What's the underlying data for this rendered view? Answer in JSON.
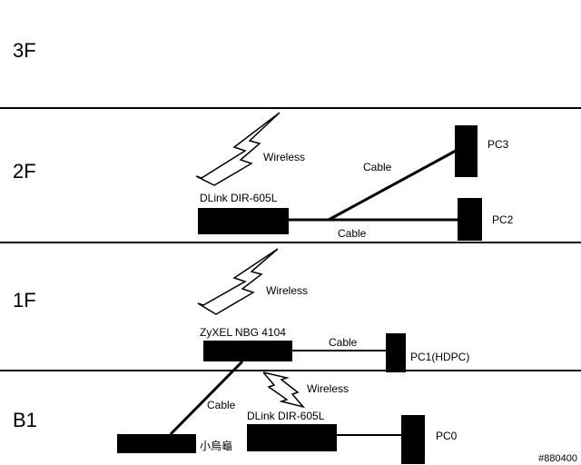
{
  "floors": {
    "f3": "3F",
    "f2": "2F",
    "f1": "1F",
    "b1": "B1"
  },
  "devices": {
    "router_2f": "DLink DIR-605L",
    "pc3": "PC3",
    "pc2": "PC2",
    "router_1f": "ZyXEL NBG 4104",
    "pc1": "PC1(HDPC)",
    "router_b1": "DLink DIR-605L",
    "nas_b1": "小烏龜",
    "pc0": "PC0"
  },
  "links": {
    "wireless_2f": "Wireless",
    "cable_2f_pc3": "Cable",
    "cable_2f_pc2": "Cable",
    "wireless_1f": "Wireless",
    "cable_1f_pc1": "Cable",
    "wireless_b1": "Wireless",
    "cable_1f_b1": "Cable"
  },
  "watermark": "#880400"
}
